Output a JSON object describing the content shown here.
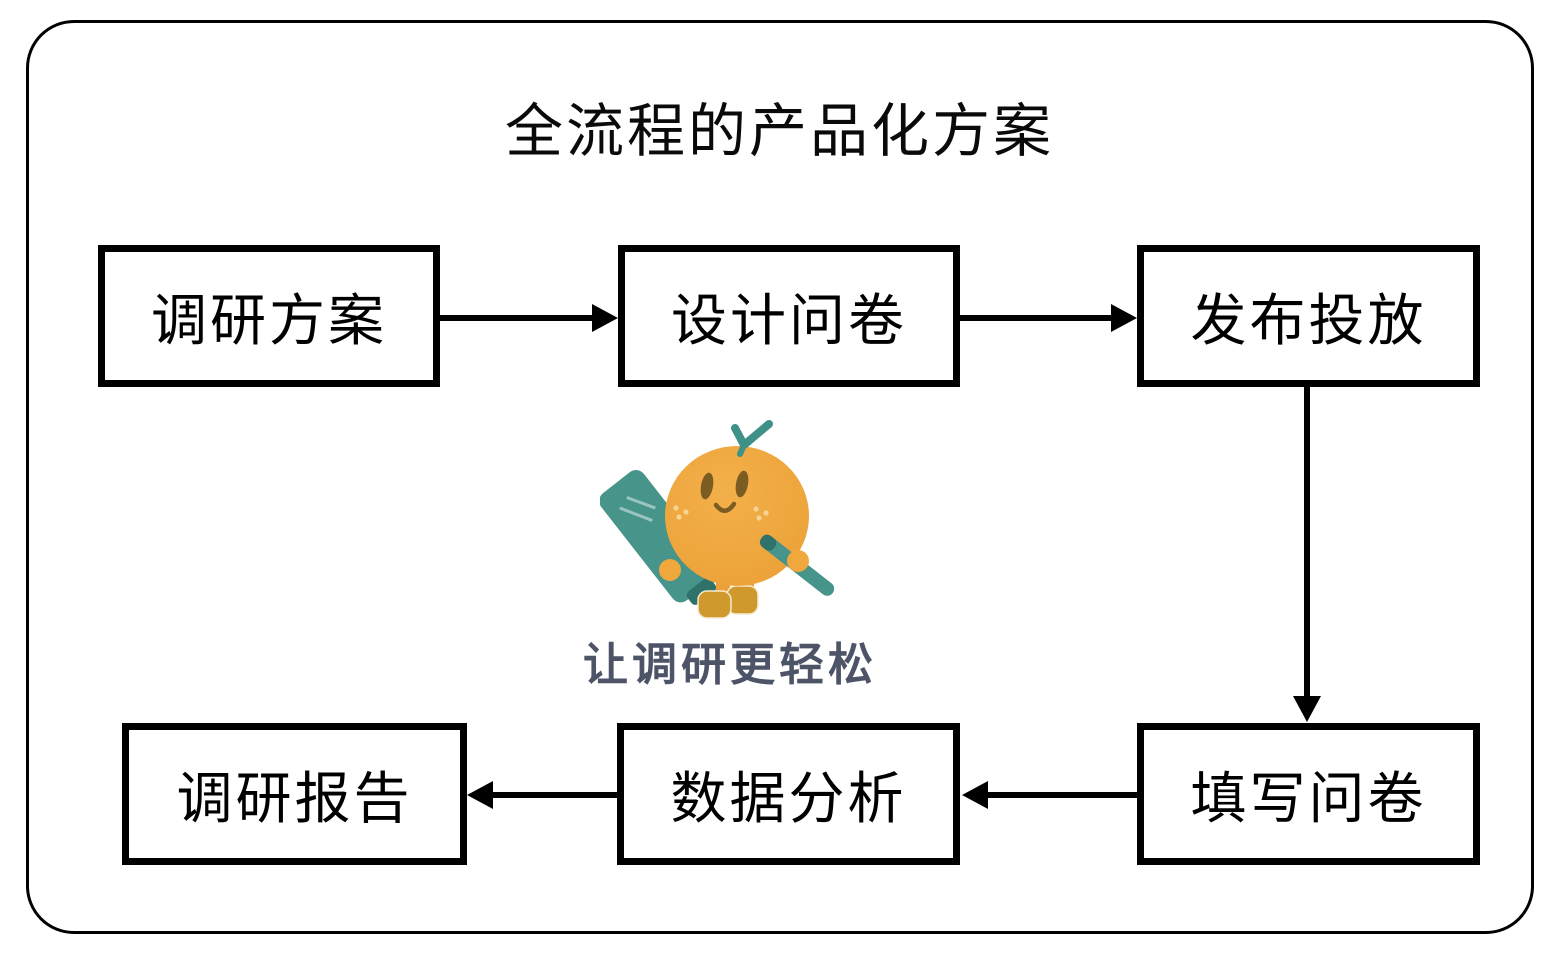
{
  "diagram": {
    "title": "全流程的产品化方案",
    "nodes": [
      {
        "id": "research-plan",
        "label": "调研方案"
      },
      {
        "id": "design-questionnaire",
        "label": "设计问卷"
      },
      {
        "id": "publish-launch",
        "label": "发布投放"
      },
      {
        "id": "fill-questionnaire",
        "label": "填写问卷"
      },
      {
        "id": "data-analysis",
        "label": "数据分析"
      },
      {
        "id": "research-report",
        "label": "调研报告"
      }
    ],
    "edges": [
      {
        "from": "research-plan",
        "to": "design-questionnaire",
        "direction": "right"
      },
      {
        "from": "design-questionnaire",
        "to": "publish-launch",
        "direction": "right"
      },
      {
        "from": "publish-launch",
        "to": "fill-questionnaire",
        "direction": "down"
      },
      {
        "from": "fill-questionnaire",
        "to": "data-analysis",
        "direction": "left"
      },
      {
        "from": "data-analysis",
        "to": "research-report",
        "direction": "left"
      }
    ],
    "mascot": {
      "icon": "orange-mascot-icon",
      "tagline": "让调研更轻松"
    },
    "colors": {
      "outline": "#000000",
      "background": "#ffffff",
      "tagline_text": "#4e5468",
      "mascot_body": "#f0a83d",
      "mascot_teal": "#46948a",
      "mascot_teal_dark": "#2f7269",
      "mascot_boots": "#d0992e",
      "mascot_face_features": "#7b5c22"
    }
  }
}
